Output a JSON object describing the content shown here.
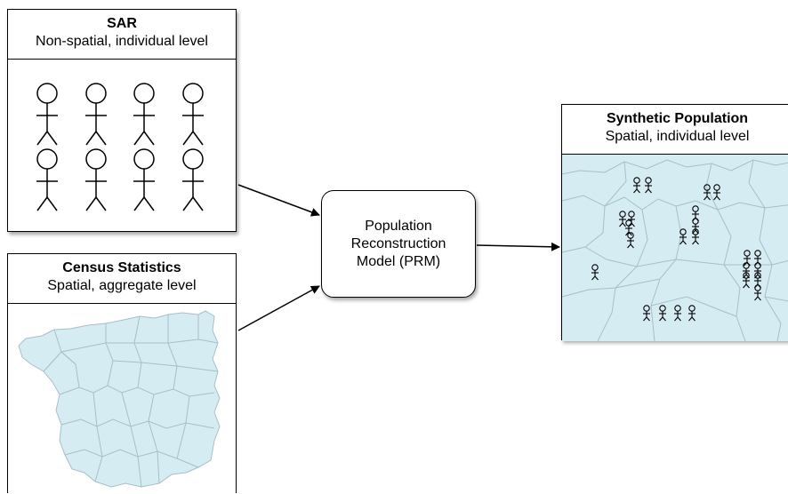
{
  "sar": {
    "title": "SAR",
    "subtitle": "Non-spatial, individual level"
  },
  "census": {
    "title": "Census Statistics",
    "subtitle": "Spatial, aggregate level"
  },
  "prm": {
    "line1": "Population",
    "line2": "Reconstruction",
    "line3": "Model (PRM)"
  },
  "synthetic": {
    "title": "Synthetic Population",
    "subtitle": "Spatial, individual level"
  },
  "colors": {
    "map_fill": "#d6ecf3",
    "map_border": "#a9bec7",
    "stroke": "#000000"
  },
  "icons": {
    "person": "stick-figure-icon",
    "map": "region-map-icon"
  }
}
